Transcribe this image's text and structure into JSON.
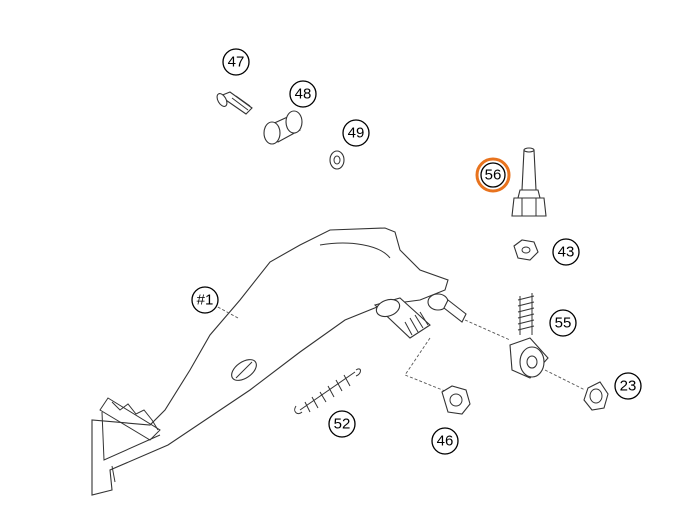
{
  "diagram": {
    "highlight_color": "#e8731e",
    "callouts": [
      {
        "id": "callout-47",
        "label": "47"
      },
      {
        "id": "callout-48",
        "label": "48"
      },
      {
        "id": "callout-49",
        "label": "49"
      },
      {
        "id": "callout-56",
        "label": "56",
        "highlighted": true
      },
      {
        "id": "callout-43",
        "label": "43"
      },
      {
        "id": "callout-1",
        "label": "#1"
      },
      {
        "id": "callout-55",
        "label": "55"
      },
      {
        "id": "callout-23",
        "label": "23"
      },
      {
        "id": "callout-52",
        "label": "52"
      },
      {
        "id": "callout-46",
        "label": "46"
      }
    ]
  }
}
